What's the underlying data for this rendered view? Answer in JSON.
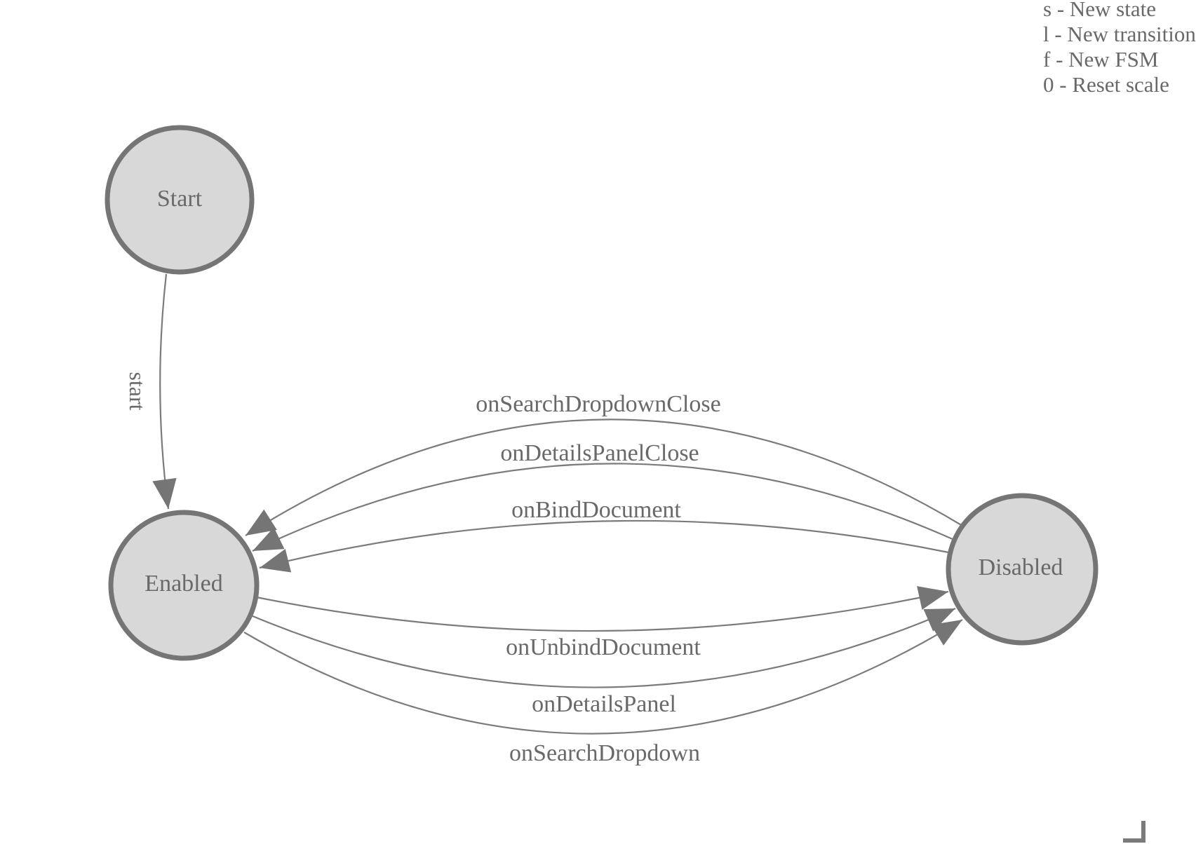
{
  "diagram": {
    "type": "fsm-state-diagram",
    "nodes": [
      {
        "id": "start",
        "label": "Start"
      },
      {
        "id": "enabled",
        "label": "Enabled"
      },
      {
        "id": "disabled",
        "label": "Disabled"
      }
    ],
    "edges": [
      {
        "from": "Start",
        "to": "Enabled",
        "label": "start"
      },
      {
        "from": "Disabled",
        "to": "Enabled",
        "label": "onSearchDropdownClose"
      },
      {
        "from": "Disabled",
        "to": "Enabled",
        "label": "onDetailsPanelClose"
      },
      {
        "from": "Disabled",
        "to": "Enabled",
        "label": "onBindDocument"
      },
      {
        "from": "Enabled",
        "to": "Disabled",
        "label": "onUnbindDocument"
      },
      {
        "from": "Enabled",
        "to": "Disabled",
        "label": "onDetailsPanel"
      },
      {
        "from": "Enabled",
        "to": "Disabled",
        "label": "onSearchDropdown"
      }
    ]
  },
  "legend": {
    "lines": [
      "s - New state",
      "l - New transition",
      "f - New FSM",
      "0 - Reset scale"
    ]
  },
  "colors": {
    "node_fill": "#d8d8d8",
    "node_stroke": "#757575",
    "edge_line": "#7b7b7b",
    "arrowhead": "#757575",
    "text": "#696969",
    "background": "#ffffff"
  }
}
